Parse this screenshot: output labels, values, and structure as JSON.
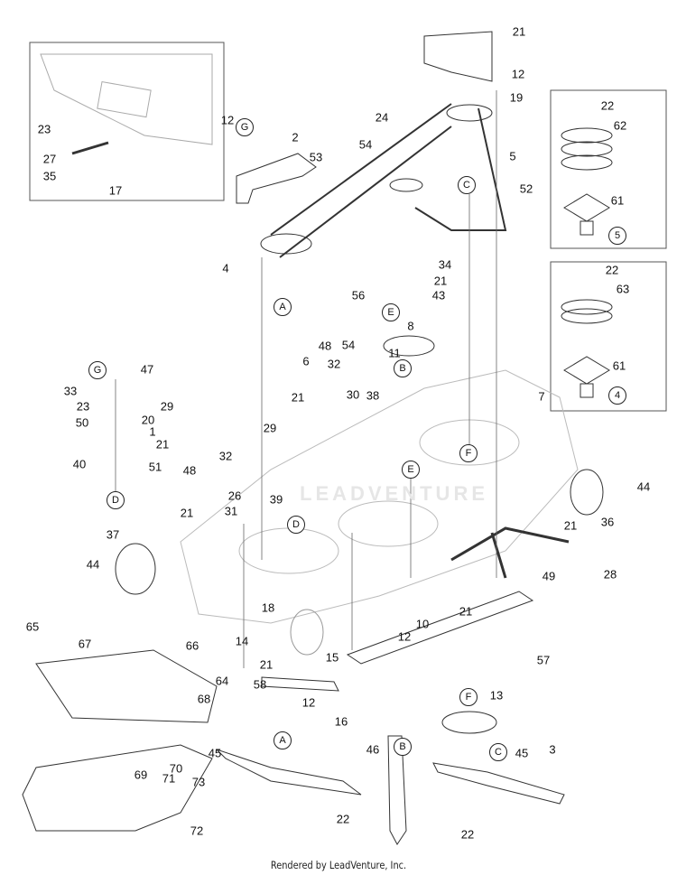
{
  "footer": "Rendered by LeadVenture, Inc.",
  "watermark": "LEADVENTURE",
  "callouts": [
    "21",
    "12",
    "19",
    "12",
    "2",
    "24",
    "54",
    "53",
    "5",
    "52",
    "4",
    "34",
    "21",
    "43",
    "56",
    "8",
    "54",
    "48",
    "32",
    "6",
    "11",
    "21",
    "30",
    "38",
    "7",
    "44",
    "36",
    "21",
    "28",
    "49",
    "21",
    "37",
    "44",
    "65",
    "67",
    "18",
    "14",
    "21",
    "15",
    "66",
    "64",
    "68",
    "58",
    "12",
    "10",
    "21",
    "57",
    "12",
    "16",
    "13",
    "3",
    "45",
    "46",
    "45",
    "70",
    "73",
    "69",
    "71",
    "72",
    "22",
    "22",
    "47",
    "33",
    "29",
    "23",
    "20",
    "50",
    "1",
    "21",
    "40",
    "51",
    "32",
    "48",
    "26",
    "39",
    "31",
    "29",
    "23",
    "27",
    "35",
    "17",
    "22",
    "62",
    "61",
    "22",
    "63",
    "61"
  ],
  "reference_letters": [
    "G",
    "C",
    "A",
    "E",
    "B",
    "F",
    "E",
    "D",
    "F",
    "A",
    "B",
    "C",
    "G",
    "D",
    "5",
    "4"
  ]
}
